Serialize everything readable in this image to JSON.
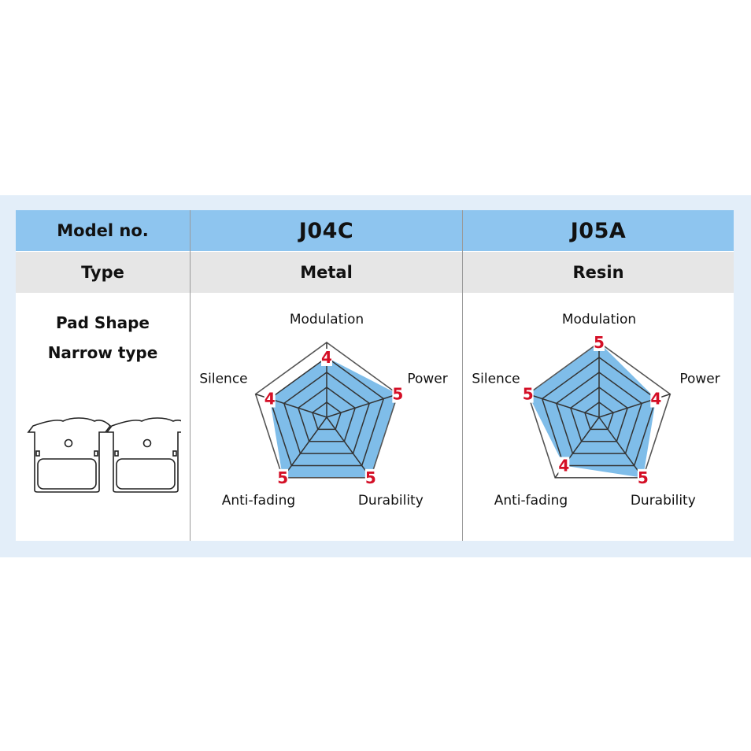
{
  "header": {
    "model_label": "Model no.",
    "type_label": "Type",
    "shape_label_line1": "Pad Shape",
    "shape_label_line2": "Narrow type"
  },
  "colors": {
    "header_bg": "#8ec5ef",
    "type_bg": "#e6e6e6",
    "fill": "#7fbde9",
    "value_text": "#d40f26",
    "band_bg": "#e3eef9"
  },
  "icons": [
    "brake-pad-icon",
    "brake-pad-icon"
  ],
  "chart_data": [
    {
      "type": "radar",
      "model": "J04C",
      "pad_type": "Metal",
      "axes": [
        "Modulation",
        "Power",
        "Durability",
        "Anti-fading",
        "Silence"
      ],
      "values": [
        4,
        5,
        5,
        5,
        4
      ],
      "value_labels": [
        "4",
        "5",
        "5",
        "5",
        "4"
      ],
      "max": 5,
      "rings": 5
    },
    {
      "type": "radar",
      "model": "J05A",
      "pad_type": "Resin",
      "axes": [
        "Modulation",
        "Power",
        "Durability",
        "Anti-fading",
        "Silence"
      ],
      "values": [
        5,
        4,
        5,
        4,
        5
      ],
      "value_labels": [
        "5",
        "4",
        "5",
        "4",
        "5"
      ],
      "max": 5,
      "rings": 5
    }
  ]
}
